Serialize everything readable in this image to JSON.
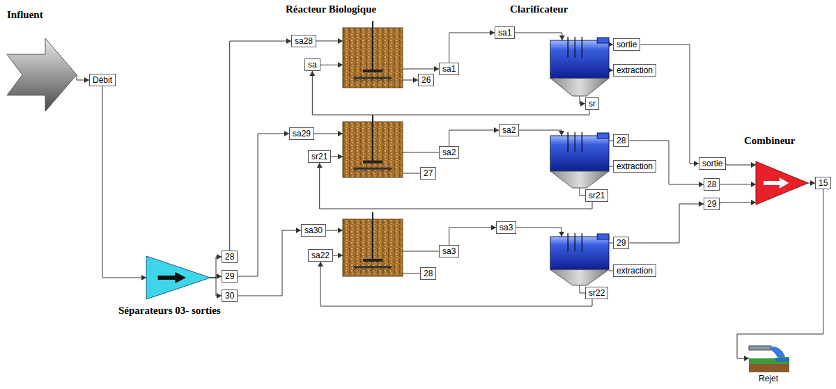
{
  "diagram": {
    "nodes": [
      {
        "text": [
          "Influent"
        ]
      },
      {
        "text": [
          "Débit"
        ]
      },
      {
        "text": [
          "Séparateurs 03- sorties"
        ]
      },
      {
        "text": [
          "28"
        ]
      },
      {
        "text": [
          "29"
        ]
      },
      {
        "text": [
          "30"
        ]
      },
      {
        "text": [
          "Réacteur Biologique"
        ]
      },
      {
        "text": [
          "Clarificateur"
        ]
      },
      {
        "text": [
          "sa28"
        ]
      },
      {
        "text": [
          "sa"
        ]
      },
      {
        "text": [
          "sa1"
        ]
      },
      {
        "text": [
          "26"
        ]
      },
      {
        "text": [
          "sa1"
        ]
      },
      {
        "text": [
          "sortie"
        ]
      },
      {
        "text": [
          "extraction"
        ]
      },
      {
        "text": [
          "sr"
        ]
      },
      {
        "text": [
          "sa29"
        ]
      },
      {
        "text": [
          "sr21"
        ]
      },
      {
        "text": [
          "sa2"
        ]
      },
      {
        "text": [
          "27"
        ]
      },
      {
        "text": [
          "sa2"
        ]
      },
      {
        "text": [
          "28"
        ]
      },
      {
        "text": [
          "extraction"
        ]
      },
      {
        "text": [
          "sr21"
        ]
      },
      {
        "text": [
          "sa30"
        ]
      },
      {
        "text": [
          "sa22"
        ]
      },
      {
        "text": [
          "sa3"
        ]
      },
      {
        "text": [
          "28"
        ]
      },
      {
        "text": [
          "sa3"
        ]
      },
      {
        "text": [
          "29"
        ]
      },
      {
        "text": [
          "extraction"
        ]
      },
      {
        "text": [
          "sr22"
        ]
      },
      {
        "text": [
          "Combineur"
        ]
      },
      {
        "text": [
          "sortie"
        ]
      },
      {
        "text": [
          "28"
        ]
      },
      {
        "text": [
          "29"
        ]
      },
      {
        "text": [
          "15"
        ]
      },
      {
        "text": [
          "Rejet"
        ]
      }
    ],
    "edges": [
      {
        "from": 0,
        "to": 1,
        "arrow": "to"
      },
      {
        "from": 1,
        "to": 2,
        "arrow": "to"
      },
      {
        "from": 2,
        "to": 3,
        "arrow": "to"
      },
      {
        "from": 2,
        "to": 4,
        "arrow": "to"
      },
      {
        "from": 2,
        "to": 5,
        "arrow": "to"
      },
      {
        "from": 3,
        "to": 8,
        "arrow": "to"
      },
      {
        "from": 4,
        "to": 16,
        "arrow": "to"
      },
      {
        "from": 5,
        "to": 24,
        "arrow": "to"
      },
      {
        "from": 8,
        "to": 6,
        "arrow": "to"
      },
      {
        "from": 9,
        "to": 6,
        "arrow": "to"
      },
      {
        "from": 6,
        "to": 10,
        "arrow": "to"
      },
      {
        "from": 6,
        "to": 11,
        "arrow": "to"
      },
      {
        "from": 10,
        "to": 12,
        "arrow": "to"
      },
      {
        "from": 12,
        "to": 7,
        "arrow": "to"
      },
      {
        "from": 7,
        "to": 13,
        "arrow": "to"
      },
      {
        "from": 7,
        "to": 14,
        "arrow": "to"
      },
      {
        "from": 7,
        "to": 15,
        "arrow": "to"
      },
      {
        "from": 15,
        "to": 9,
        "arrow": "to"
      },
      {
        "from": 18,
        "to": 20,
        "arrow": "to"
      },
      {
        "from": 23,
        "to": 17,
        "arrow": "to"
      },
      {
        "from": 26,
        "to": 28,
        "arrow": "to"
      },
      {
        "from": 31,
        "to": 25,
        "arrow": "to"
      },
      {
        "from": 13,
        "to": 33,
        "arrow": "to"
      },
      {
        "from": 21,
        "to": 34,
        "arrow": "to"
      },
      {
        "from": 29,
        "to": 35,
        "arrow": "to"
      },
      {
        "from": 33,
        "to": 32,
        "arrow": "to"
      },
      {
        "from": 34,
        "to": 32,
        "arrow": "to"
      },
      {
        "from": 35,
        "to": 32,
        "arrow": "to"
      },
      {
        "from": 32,
        "to": 36,
        "arrow": "to"
      },
      {
        "from": 36,
        "to": 37,
        "arrow": "to"
      }
    ]
  }
}
